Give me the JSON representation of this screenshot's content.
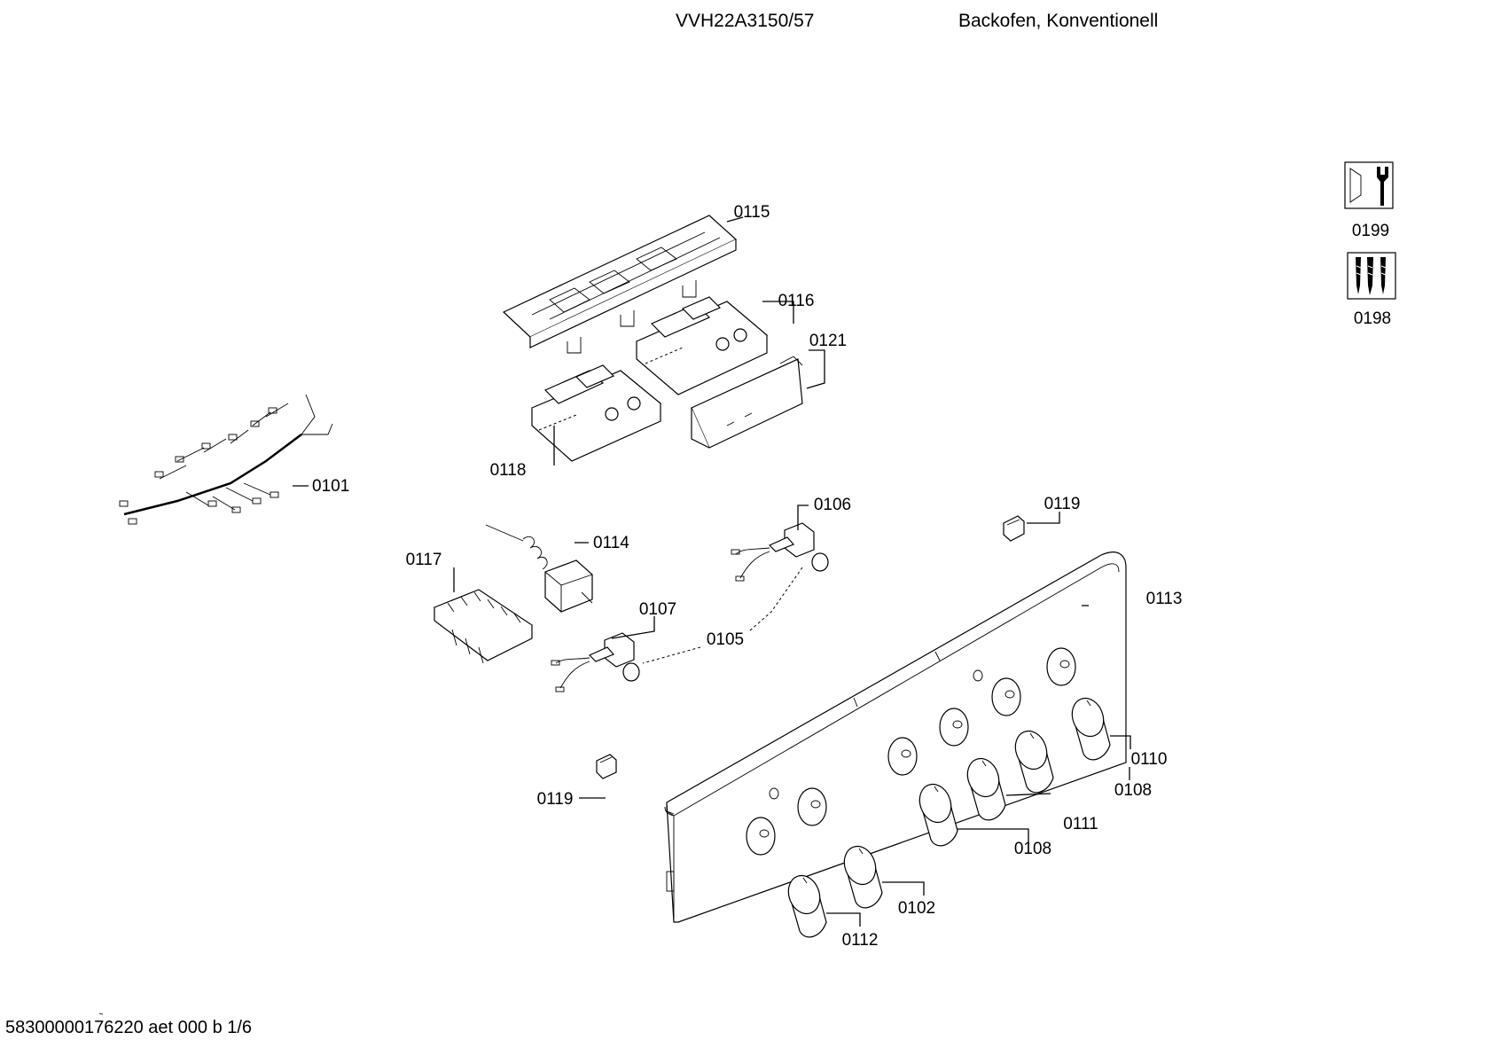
{
  "header": {
    "model": "VVH22A3150/57",
    "product": "Backofen, Konventionell"
  },
  "footer": {
    "doc_code": "58300000176220 aet 000 b 1/6"
  },
  "side_icons": [
    {
      "name": "service-wrench-icon",
      "label": "0199"
    },
    {
      "name": "screws-icon",
      "label": "0198"
    }
  ],
  "parts": {
    "p0101": "0101",
    "p0102": "0102",
    "p0105": "0105",
    "p0106": "0106",
    "p0107": "0107",
    "p0108a": "0108",
    "p0108b": "0108",
    "p0110": "0110",
    "p0111": "0111",
    "p0112": "0112",
    "p0113": "0113",
    "p0114": "0114",
    "p0115": "0115",
    "p0116": "0116",
    "p0117": "0117",
    "p0118": "0118",
    "p0119a": "0119",
    "p0119b": "0119",
    "p0121": "0121"
  }
}
